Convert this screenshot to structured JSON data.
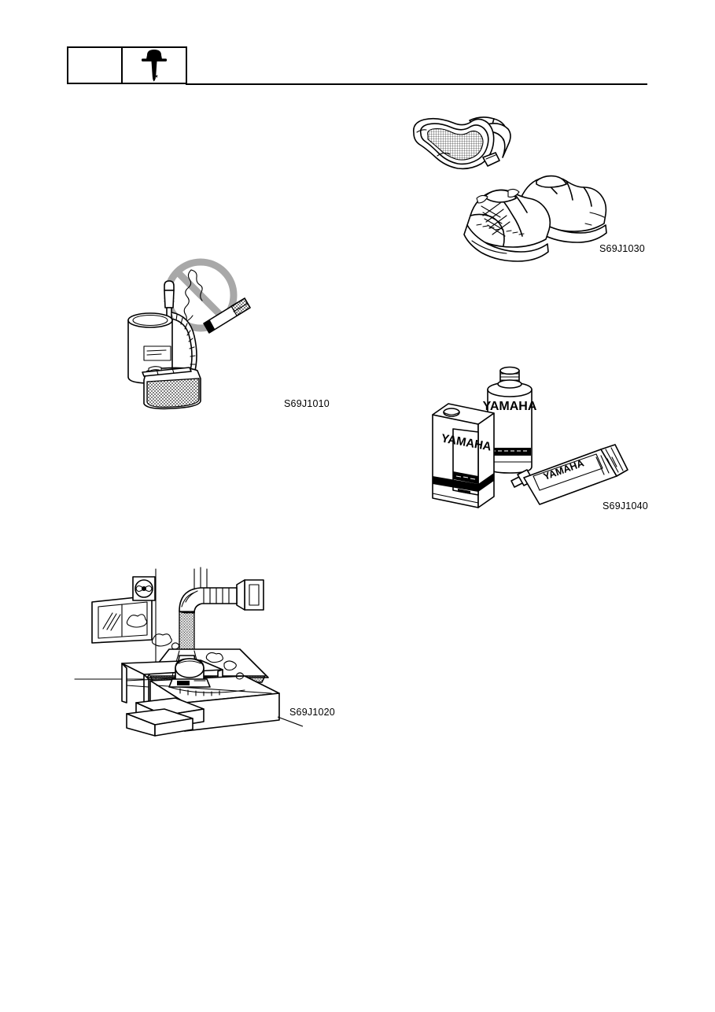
{
  "document": {
    "type": "service-manual-page",
    "page_background": "#ffffff",
    "ink_color": "#000000",
    "accent_gray": "#a8a8a8"
  },
  "header": {
    "left_box_label": "",
    "right_box_icon": "outboard-motor-icon",
    "rule": true
  },
  "figures": [
    {
      "id": "fig-goggles-shoes",
      "code": "S69J1030",
      "subject": "safety-goggles-and-work-shoes",
      "items": [
        "safety goggles with strap",
        "pair of protective work shoes"
      ]
    },
    {
      "id": "fig-no-smoking",
      "code": "S69J1010",
      "subject": "flammable-liquid-and-no-smoking",
      "items": [
        "solvent can with hose",
        "parts washer tray",
        "no-smoking prohibition symbol"
      ]
    },
    {
      "id": "fig-lubricants",
      "code": "S69J1040",
      "subject": "genuine-yamaha-lubricants",
      "brand_text": "YAMAHA",
      "items": [
        "rectangular oil can",
        "cylindrical oil can",
        "grease tube"
      ]
    },
    {
      "id": "fig-ventilation",
      "code": "S69J1020",
      "subject": "ventilated-work-area",
      "items": [
        "window",
        "wall fan",
        "workbench",
        "exhaust hood",
        "flexible exhaust duct",
        "engine on stand"
      ]
    }
  ],
  "labels": {
    "goggles_shoes": "S69J1030",
    "no_smoking": "S69J1010",
    "lubricants": "S69J1040",
    "ventilation": "S69J1020"
  }
}
